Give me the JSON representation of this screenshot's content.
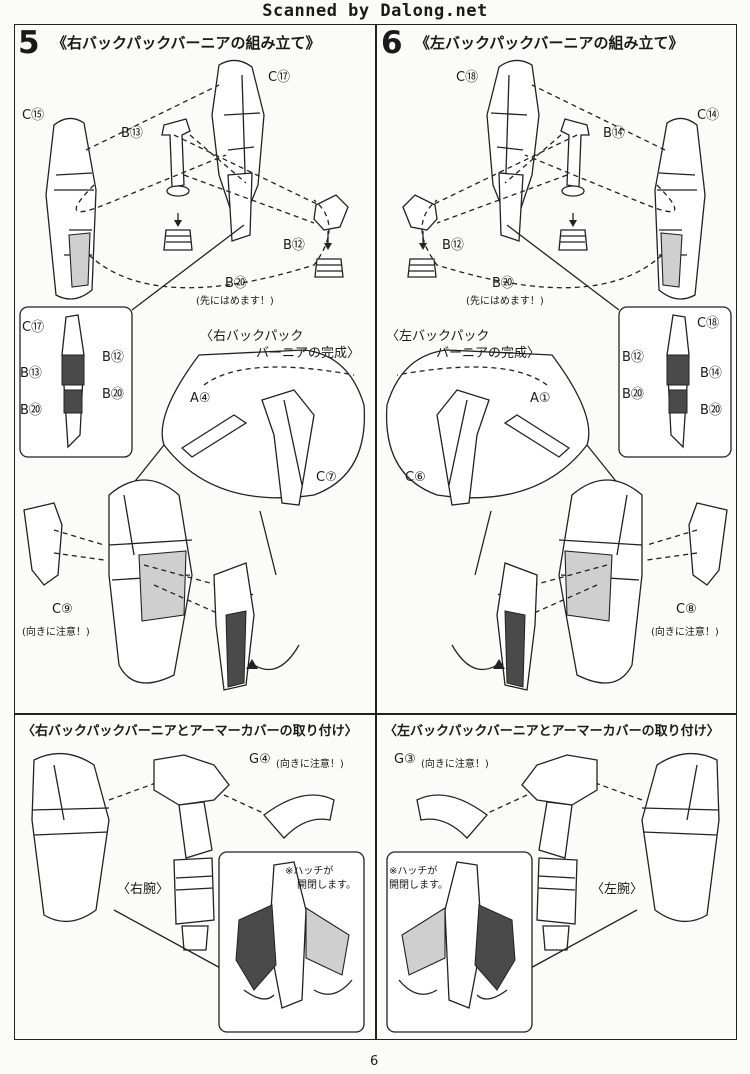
{
  "watermark": "Scanned by Dalong.net",
  "page_number": "6",
  "steps": [
    {
      "number": "5",
      "title": "《右バックパックバーニアの組み立て》",
      "labels": {
        "c17": "C⑰",
        "c15": "C⑮",
        "b13": "B⑬",
        "b12": "B⑫",
        "b20": "B⑳",
        "b20_note": "(先にはめます！)",
        "inset_c17": "C⑰",
        "inset_b12": "B⑫",
        "inset_b13": "B⑬",
        "inset_b20a": "B⑳",
        "inset_b20b": "B⑳",
        "complete_line1": "〈右バックパック",
        "complete_line2": "バーニアの完成〉",
        "a4": "A④",
        "c7": "C⑦",
        "c9": "C⑨",
        "c9_note": "(向きに注意！)"
      }
    },
    {
      "number": "6",
      "title": "《左バックパックバーニアの組み立て》",
      "labels": {
        "c18": "C⑱",
        "c14": "C⑭",
        "b14": "B⑭",
        "b12": "B⑫",
        "b20": "B⑳",
        "b20_note": "(先にはめます！)",
        "inset_c18": "C⑱",
        "inset_b12": "B⑫",
        "inset_b14": "B⑭",
        "inset_b20a": "B⑳",
        "inset_b20b": "B⑳",
        "complete_line1": "〈左バックパック",
        "complete_line2": "バーニアの完成〉",
        "a1": "A①",
        "c6": "C⑥",
        "c8": "C⑧",
        "c8_note": "(向きに注意！)"
      }
    }
  ],
  "armor_left": {
    "title": "〈右バックパックバーニアとアーマーカバーの取り付け〉",
    "g_part": "G④",
    "g_note": "(向きに注意！)",
    "arm": "〈右腕〉",
    "hatch_line1": "※ハッチが",
    "hatch_line2": "開閉します。"
  },
  "armor_right": {
    "title": "〈左バックパックバーニアとアーマーカバーの取り付け〉",
    "g_part": "G③",
    "g_note": "(向きに注意！)",
    "arm": "〈左腕〉",
    "hatch_line1": "※ハッチが",
    "hatch_line2": "開閉します。"
  }
}
